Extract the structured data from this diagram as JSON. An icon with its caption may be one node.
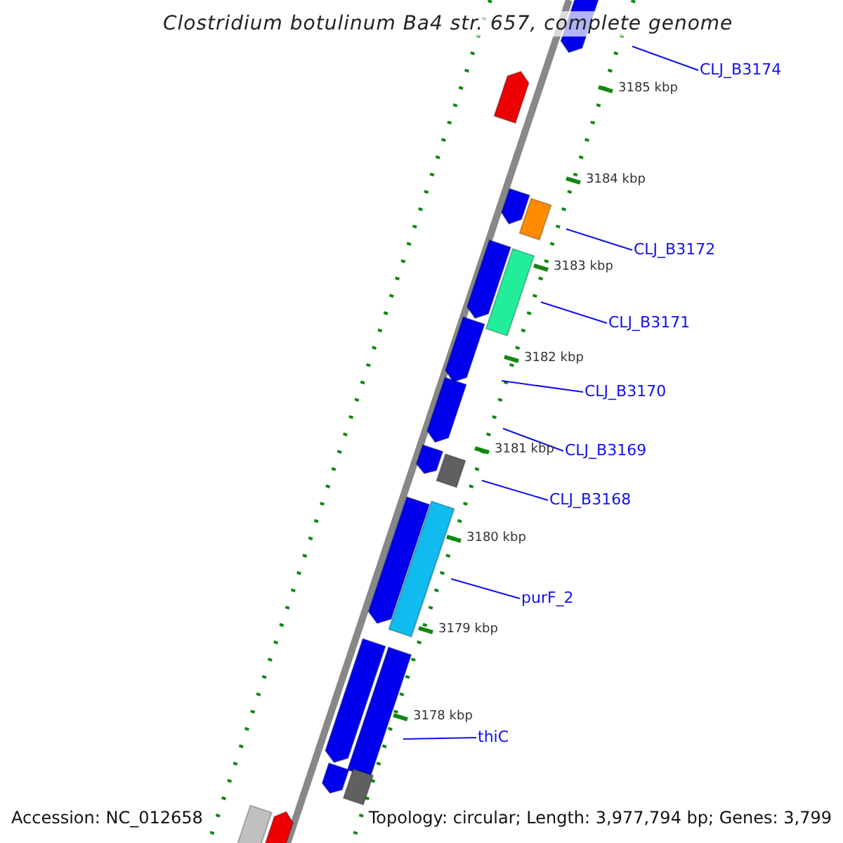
{
  "diagram": {
    "title": "Clostridium botulinum Ba4 str. 657, complete genome",
    "nodes": [
      {
        "text": [
          "CLJ_B3174"
        ]
      },
      {
        "text": [
          "CLJ_B3172"
        ]
      },
      {
        "text": [
          "CLJ_B3171"
        ]
      },
      {
        "text": [
          "CLJ_B3170"
        ]
      },
      {
        "text": [
          "CLJ_B3169"
        ]
      },
      {
        "text": [
          "CLJ_B3168"
        ]
      },
      {
        "text": [
          "purF_2"
        ]
      },
      {
        "text": [
          "thiC"
        ]
      }
    ],
    "edges": [
      {
        "from": 0,
        "to": null,
        "arrow": "none"
      },
      {
        "from": 1,
        "to": null,
        "arrow": "none"
      },
      {
        "from": 2,
        "to": null,
        "arrow": "none"
      },
      {
        "from": 3,
        "to": null,
        "arrow": "none"
      },
      {
        "from": 4,
        "to": null,
        "arrow": "none"
      },
      {
        "from": 5,
        "to": null,
        "arrow": "none"
      },
      {
        "from": 6,
        "to": null,
        "arrow": "none"
      },
      {
        "from": 7,
        "to": null,
        "arrow": "none"
      }
    ],
    "labels": [
      "3185 kbp",
      "3184 kbp",
      "3183 kbp",
      "3182 kbp",
      "3181 kbp",
      "3180 kbp",
      "3179 kbp",
      "3178 kbp",
      "Accession: NC_012658",
      "Topology: circular; Length: 3,977,794 bp; Genes: 3,799"
    ]
  }
}
